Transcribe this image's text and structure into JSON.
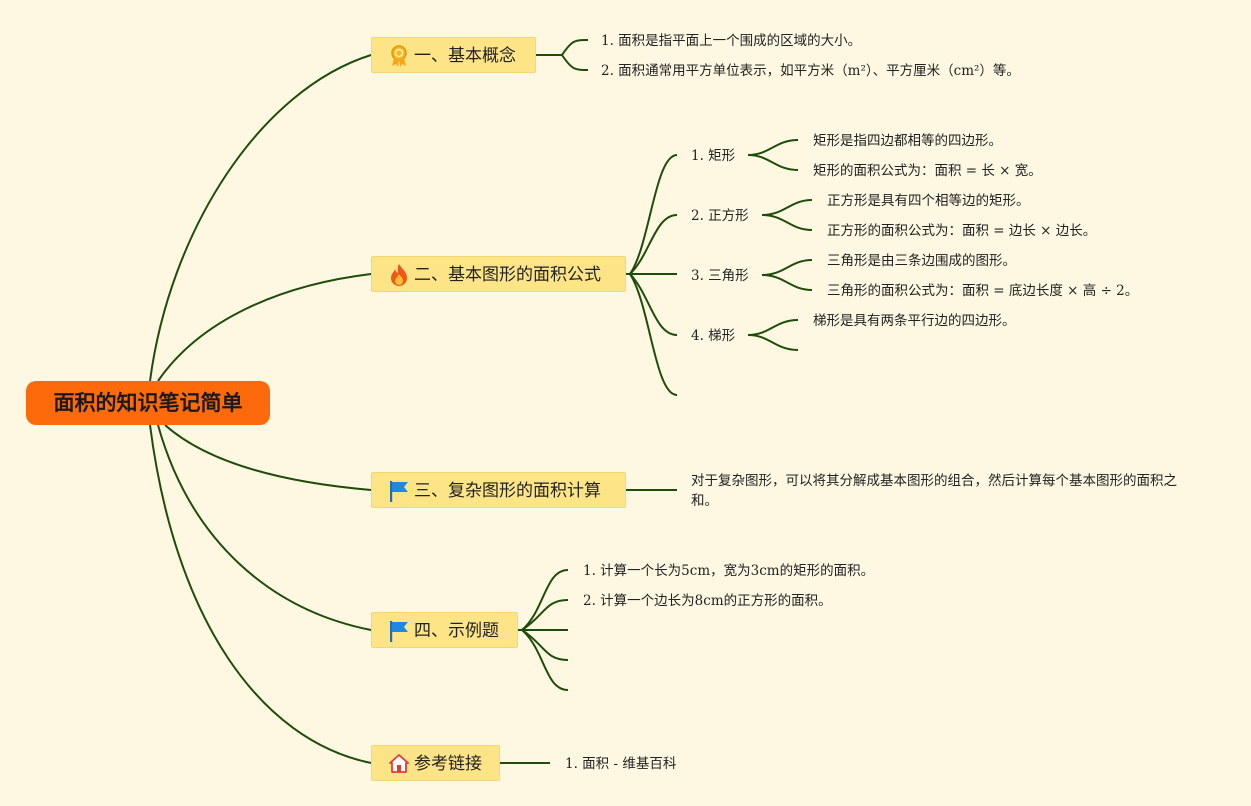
{
  "root": {
    "title": "面积的知识笔记简单"
  },
  "branches": [
    {
      "title": "一、基本概念",
      "icon": "ribbon-medal-icon",
      "items": [
        "1. 面积是指平面上一个围成的区域的大小。",
        "2. 面积通常用平方单位表示，如平方米（m²）、平方厘米（cm²）等。"
      ]
    },
    {
      "title": "二、基本图形的面积公式",
      "icon": "fire-icon",
      "shapes": [
        {
          "label": "1. 矩形",
          "details": [
            "矩形是指四边都相等的四边形。",
            "矩形的面积公式为：面积 = 长 × 宽。"
          ]
        },
        {
          "label": "2. 正方形",
          "details": [
            "正方形是具有四个相等边的矩形。",
            "正方形的面积公式为：面积 = 边长 × 边长。"
          ]
        },
        {
          "label": "3. 三角形",
          "details": [
            "三角形是由三条边围成的图形。",
            "三角形的面积公式为：面积 = 底边长度 × 高 ÷ 2。"
          ]
        },
        {
          "label": "4. 梯形",
          "details": [
            "梯形是具有两条平行边的四边形。"
          ]
        }
      ]
    },
    {
      "title": "三、复杂图形的面积计算",
      "icon": "blue-flag-icon",
      "text": "对于复杂图形，可以将其分解成基本图形的组合，然后计算每个基本图形的面积之和。"
    },
    {
      "title": "四、示例题",
      "icon": "blue-flag-icon",
      "items": [
        "1. 计算一个长为5cm，宽为3cm的矩形的面积。",
        "2. 计算一个边长为8cm的正方形的面积。"
      ]
    },
    {
      "title": "参考链接",
      "icon": "house-icon",
      "items": [
        "1. 面积 - 维基百科"
      ]
    }
  ],
  "colors": {
    "connector": "#1e4d0a",
    "root": "#fc6a0b",
    "branch": "#fde587",
    "background": "#fef8e3"
  }
}
